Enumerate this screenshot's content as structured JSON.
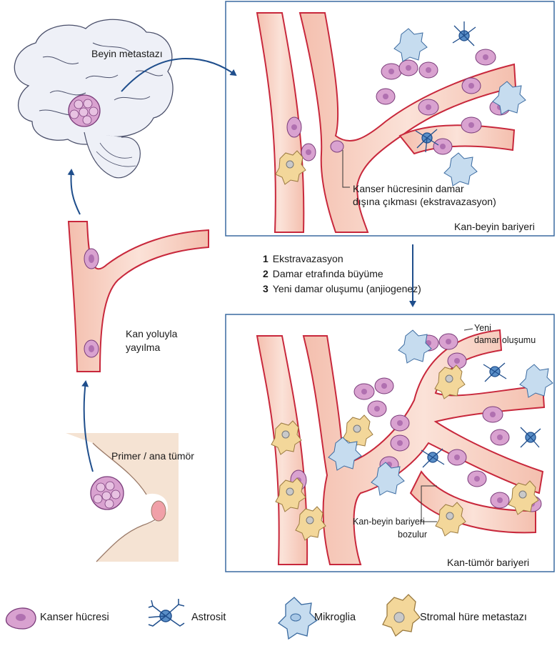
{
  "labels": {
    "brain_metastasis": "Beyin metastazı",
    "blood_spread_1": "Kan yoluyla",
    "blood_spread_2": "yayılma",
    "primary_tumor": "Primer / ana tümör",
    "extravasation_1": "Kanser hücresinin damar",
    "extravasation_2": "dışına çıkması (ekstravazasyon)",
    "bbb": "Kan-beyin bariyeri",
    "new_vessel_1": "Yeni",
    "new_vessel_2": "damar oluşumu",
    "bbb_broken_1": "Kan-beyin bariyeri",
    "bbb_broken_2": "bozulur",
    "btb": "Kan-tümör bariyeri"
  },
  "steps": [
    {
      "num": "1",
      "text": "Ekstravazasyon"
    },
    {
      "num": "2",
      "text": "Damar etrafında büyüme"
    },
    {
      "num": "3",
      "text": "Yeni damar oluşumu (anjiogenez)"
    }
  ],
  "legend": [
    {
      "text": "Kanser hücresi",
      "icon": "cancer-cell-icon"
    },
    {
      "text": "Astrosit",
      "icon": "astrocyte-icon"
    },
    {
      "text": "Mikroglia",
      "icon": "microglia-icon"
    },
    {
      "text": "Stromal hüre metastazı",
      "icon": "stromal-cell-icon"
    }
  ],
  "colors": {
    "cancer_cell": "#d9a2d0",
    "cancer_nucleus": "#b070b0",
    "vessel_fill": "#f7cfc0",
    "vessel_wall": "#c8283c",
    "astrocyte": "#5a8fc8",
    "microglia": "#c6dcef",
    "stromal": "#f3d79a",
    "arrow": "#1f4e8c",
    "frame": "#3a6aa0"
  }
}
